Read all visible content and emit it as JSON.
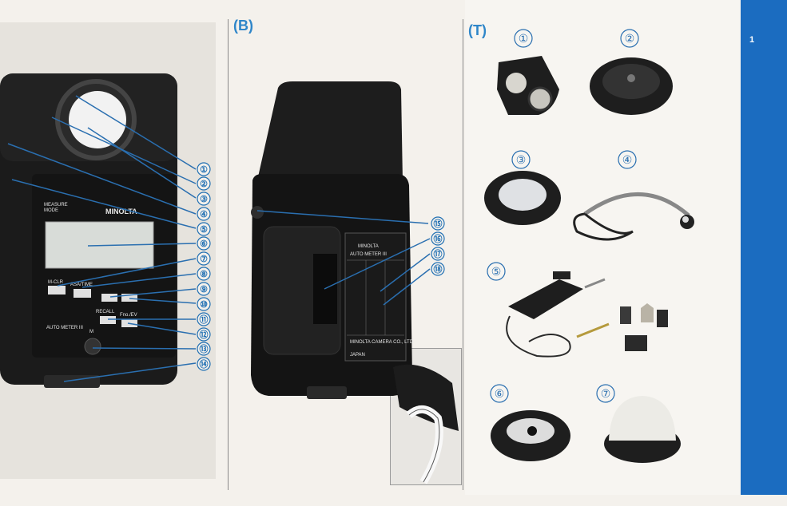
{
  "sections": {
    "B": "(B)",
    "T": "(T)"
  },
  "page_number": "1",
  "meter_a": {
    "callouts": [
      "①",
      "②",
      "③",
      "④",
      "⑤",
      "⑥",
      "⑦",
      "⑧",
      "⑨",
      "⑩",
      "⑪",
      "⑫",
      "⑬",
      "⑭"
    ],
    "labels": {
      "measure": "MEASURE",
      "mode": "MODE",
      "brand": "MINOLTA",
      "m_clr": "M-CLR",
      "asa_time": "ASA/TIME",
      "recall": "RECALL",
      "fno_ev": "Fno./EV",
      "m": "M",
      "model": "AUTO METER III"
    }
  },
  "meter_b": {
    "callouts": [
      "⑮",
      "⑯",
      "⑰",
      "⑱"
    ],
    "plate": {
      "brand": "MINOLTA",
      "model": "AUTO METER III",
      "maker": "MINOLTA CAMERA CO., LTD.",
      "country": "JAPAN"
    }
  },
  "accessories": {
    "callouts": [
      "①",
      "②",
      "③",
      "④",
      "⑤",
      "⑥",
      "⑦"
    ]
  },
  "colors": {
    "accent": "#2f86c9",
    "tab": "#1b6cc0",
    "meter": "#1b1b1b"
  }
}
